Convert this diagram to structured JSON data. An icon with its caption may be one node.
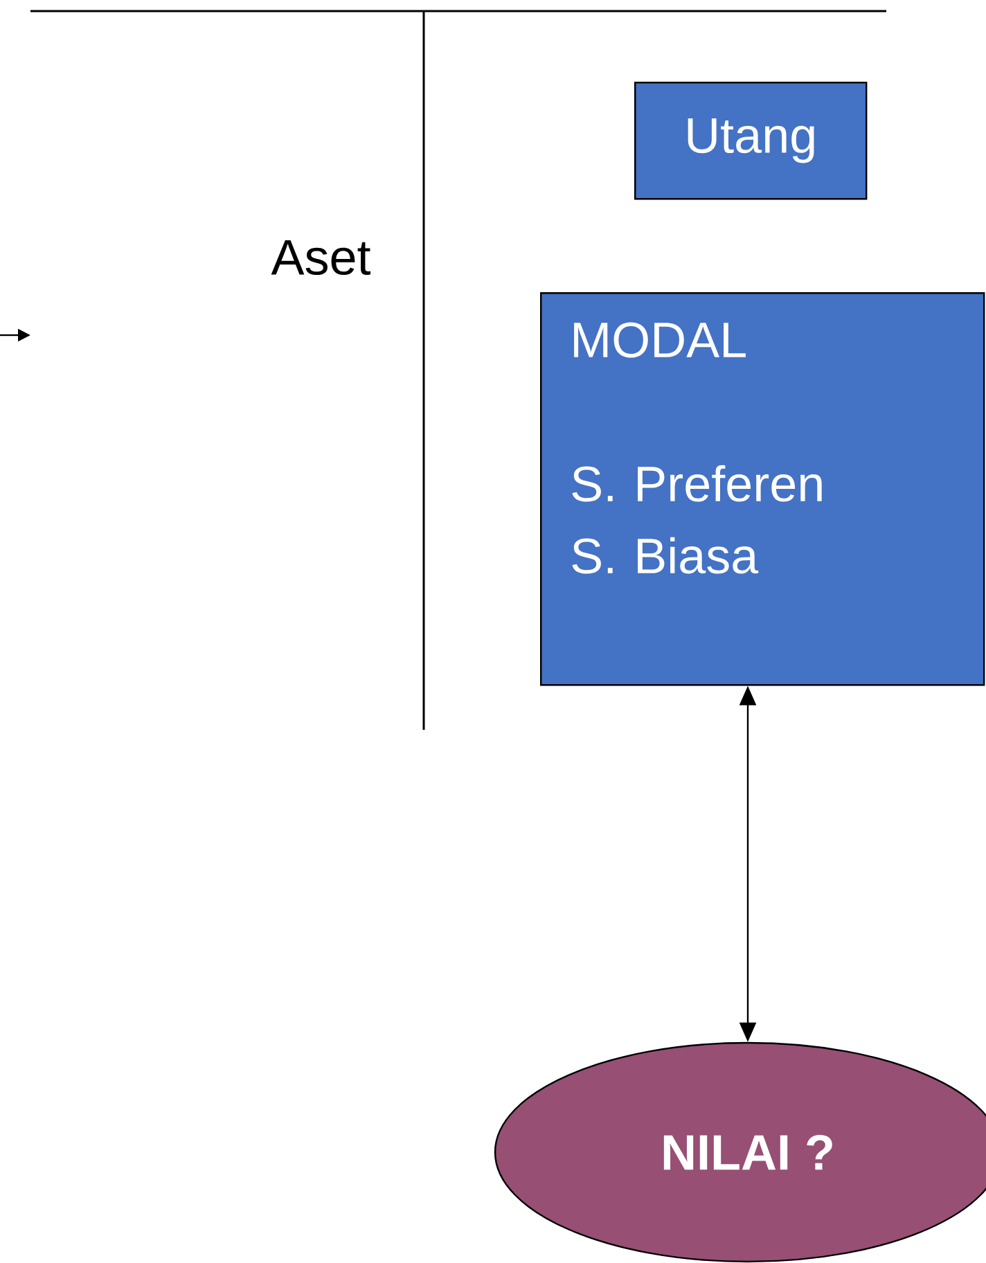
{
  "diagram": {
    "nodes": [
      {
        "text": [
          "Utang"
        ]
      },
      {
        "text": [
          "MODAL",
          "S. Preferen",
          "S. Biasa"
        ]
      },
      {
        "text": [
          "NILAI ?"
        ]
      }
    ],
    "edges": [
      {
        "from": 1,
        "to": 2,
        "arrow": "both"
      }
    ],
    "labels": [
      "Aset"
    ]
  }
}
